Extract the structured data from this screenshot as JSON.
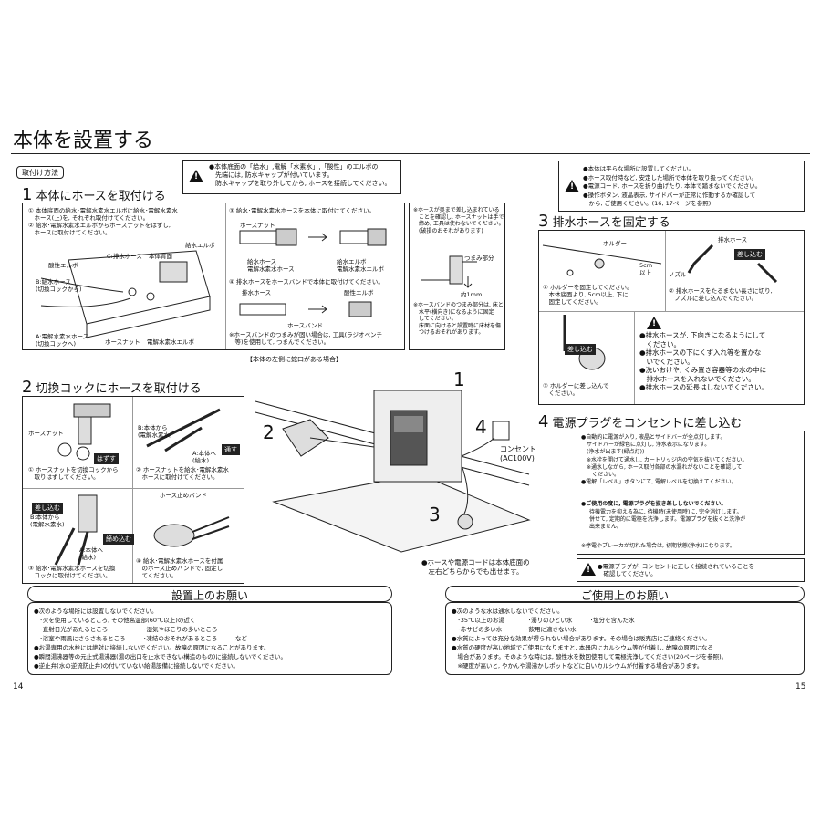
{
  "page": {
    "title": "本体を設置する",
    "page_left": "14",
    "page_right": "15"
  },
  "install_label": "取付け方法",
  "top_caution": "●本体底面の「給水」,電解「水素水」,「酸性」のエルボの\n　先端には, 防水キャップが付いています。\n　防水キャップを取り外してから, ホースを接続してください。",
  "step1": {
    "num": "1",
    "title": "本体にホースを取付ける",
    "text1": "① 本体底面の給水･電解水素水エルボに給水･電解水素水\n　ホース(上)を, それぞれ取付けてください。\n② 給水･電解水素水エルボからホースナットをはずし,\n　ホースに取付けてください。",
    "labels": {
      "c_hose": "C:排水ホース",
      "body_back": "本体背面",
      "supply_elbow": "給水エルボ",
      "acid_elbow": "酸性エルボ",
      "b_supply": "B:給水ホース\n(切換コックから)",
      "a_hose": "A:電解水素水ホース\n(切換コックへ)",
      "hose_nut": "ホースナット",
      "elec_elbow": "電解水素水エルボ"
    },
    "text3": "③ 給水･電解水素水ホースを本体に取付けてください。",
    "labels3": {
      "hose_nut": "ホースナット",
      "supply_hose": "給水ホース\n電解水素水ホース",
      "elbow": "給水エルボ\n電解水素水エルボ"
    },
    "text4": "④ 排水ホースをホースバンドで本体に取付けてください。",
    "labels4": {
      "drain_hose": "排水ホース",
      "acid_elbow": "酸性エルボ",
      "hose_band": "ホースバンド"
    },
    "note4": "※ホースバンドのつまみが固い場合は, 工具(ラジオペンチ\n　等)を使用して, つまんでください。",
    "side_note": "※ホースが奥まで差し込まれている\n　ことを確認し, ホースナットは手で\n　締め, 工具は使わないでください。\n　(破損のおそれがあります)",
    "knob_label": "つまみ部分",
    "dim": "約1mm",
    "side_note2": "※ホースバンドのつまみ部分は, 床と\n　水平(横向き)になるように固定\n　してください。\n　床面に向けると設置時に床材を傷\n　つけるおそれがあります。"
  },
  "left_faucet_caption": "【本体の左側に蛇口がある場合】",
  "step2": {
    "num": "2",
    "title": "切換コックにホースを取付ける",
    "label_nut": "ホースナット",
    "tag_remove": "はずす",
    "text1": "① ホースナットを切換コックから\n　取りはずしてください。",
    "label_b": "B:本体から\n(電解水素水)",
    "label_a": "A:本体へ\n(給水)",
    "tag_through": "通す",
    "text2": "② ホースナットを給水･電解水素水\n　ホースに取付けてください。",
    "tag_insert": "差し込む",
    "label_b2": "B:本体から\n(電解水素水)",
    "label_a2": "A:本体へ\n(給水)",
    "tag_tighten": "締め込む",
    "text3": "③ 給水･電解水素水ホースを切換\n　コックに取付けてください。",
    "label_band": "ホース止めバンド",
    "text4": "④ 給水･電解水素水ホースを付属\n　のホース止めバンドで, 固定し\n　てください。"
  },
  "diagram_numbers": {
    "n1": "1",
    "n2": "2",
    "n3": "3",
    "n4": "4"
  },
  "outlet_label": "コンセント\n(AC100V)",
  "diagram_note": "●ホースや電源コードは本体底面の\n　左右どちらからでも出せます。",
  "right_caution": "●本体は平らな場所に設置してください。\n●ホース取付時など, 安定した場所で本体を取り扱ってください。\n●電源コード, ホースを折り曲げたり, 本体で踏まないでください。\n●操作ボタン, 液晶表示, サイドバーが正常に作動するか確認して\n　から, ご使用ください。(16, 17ページを参照)",
  "step3": {
    "num": "3",
    "title": "排水ホースを固定する",
    "holder": "ホルダー",
    "dim": "5cm\n以上",
    "text1": "① ホルダーを固定してください。\n　本体底面より, 5cm以上, 下に\n　固定してください。",
    "drain_hose": "排水ホース",
    "tag_insert": "差し込む",
    "nozzle": "ノズル",
    "text2": "② 排水ホースをたるまない長さに切り,\n　ノズルに差し込んでください。",
    "tag_insert2": "差し込む",
    "text3": "③ ホルダーに差し込んで\n　ください。",
    "cautions": "●排水ホースが, 下向きになるようにして\n　ください。\n●排水ホースの下にくず入れ等を置かな\n　いでください。\n●洗いおけや, くみ置き容器等の水の中に\n　排水ホースを入れないでください。\n●排水ホースの延長はしないでください。"
  },
  "step4": {
    "num": "4",
    "title": "電源プラグをコンセントに差し込む",
    "text": "●自動的に電源が入り, 液晶とサイドバーが全点灯します。\n　サイドバーが緑色に点灯し, 浄水表示になります。\n　(浄水が出ます(緑点灯))\n　※水栓を開けて通水し, カートリッジ内の空気を抜いてください。\n　※通水しながら, ホース取付各部の水漏れがないことを確認して\n　　ください。\n●電解「レベル」ボタンにて, 電解レベルを切換えてください。",
    "bold_note": "●ご使用の度に, 電源プラグを抜き差ししないでください。",
    "sub_note": "待機電力を抑える為に, 待機時(未使用時)に, 完全消灯します。\n併せて, 定期的に電極を洗浄します。電源プラグを抜くと洗浄が\n出来ません。",
    "outage_note": "※停電やブレーカが切れた場合は, 初期状態(浄水)になります。",
    "caution": "●電源プラグが, コンセントに正しく接続されていることを\n　確認してください。"
  },
  "request_install": {
    "title": "設置上のお願い",
    "text": "●次のような場所には設置しないでください。\n　･火を使用しているところ, その他高温部(60℃以上)の近く\n　･直射日光があたるところ　　　　　　･湿気やほこりの多いところ\n　･浴室や雨風にさらされるところ　　　･凍結のおそれがあるところ　　　など\n●お湯専用の水栓には絶対に接続しないでください。故障の原因になることがあります。\n●瞬間湯沸器等の元止式湯沸器(湯の出口を止水できない構造のもの)に接続しないでください。\n●逆止弁(水の逆流防止弁)の付いていない給湯設備に接続しないでください。"
  },
  "request_use": {
    "title": "ご使用上のお願い",
    "text": "●次のような水は通水しないでください。\n　･35℃以上のお湯　　　　･濁りのひどい水　　　･塩分を含んだ水\n　･赤サビの多い水　　　　･飲用に適さない水\n●水質によっては充分な効果が得られない場合があります。その場合は販売店にご連絡ください。\n●水質の硬度が高い地域でご使用になりますと, 本器内にカルシウム等が付着し, 故障の原因になる\n　場合があります。そのような時には, 酸性水を数回使用して電極洗浄してください(20ページを参照)。\n　※硬度が高いと, やかんや湯沸かしポットなどに白いカルシウムが付着する場合があります。"
  }
}
